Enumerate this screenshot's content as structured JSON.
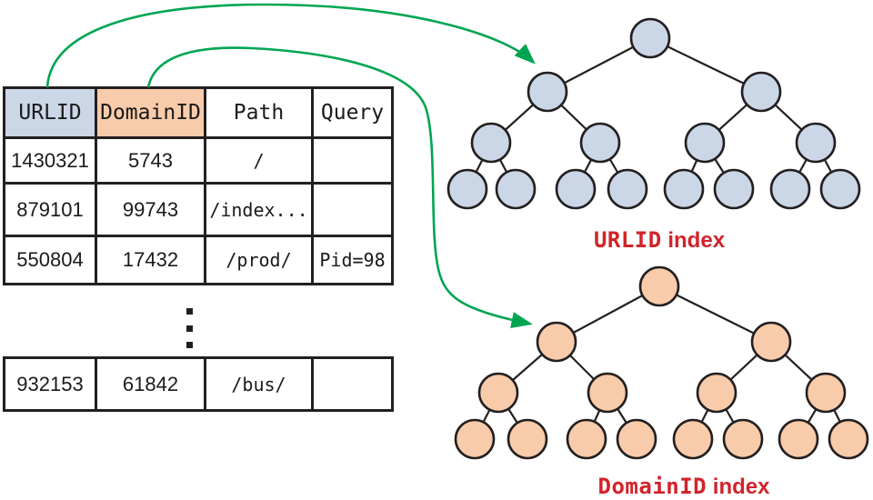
{
  "table": {
    "headers": [
      {
        "label": "URLID",
        "fill": "#cbd6e7"
      },
      {
        "label": "DomainID",
        "fill": "#f8cbaa"
      },
      {
        "label": "Path",
        "fill": "#ffffff"
      },
      {
        "label": "Query",
        "fill": "#ffffff"
      }
    ],
    "rows": [
      [
        "1430321",
        "5743",
        "/",
        ""
      ],
      [
        "879101",
        "99743",
        "/index...",
        ""
      ],
      [
        "550804",
        "17432",
        "/prod/",
        "Pid=98"
      ]
    ],
    "ellipsis": "⋮",
    "detached_row": [
      "932153",
      "61842",
      "/bus/",
      ""
    ]
  },
  "trees": [
    {
      "id": "urlid-index",
      "label_mono": "URLID",
      "label_rest": " index",
      "node_fill": "#cbd6e7",
      "levels": [
        1,
        2,
        4,
        8
      ]
    },
    {
      "id": "domainid-index",
      "label_mono": "DomainID",
      "label_rest": " index",
      "node_fill": "#f8cbaa",
      "levels": [
        1,
        2,
        4,
        8
      ]
    }
  ],
  "arrows": [
    {
      "from": "URLID column header",
      "to": "URLID index tree"
    },
    {
      "from": "DomainID column header",
      "to": "DomainID index tree"
    }
  ],
  "colors": {
    "arrow_green": "#00a551",
    "label_red": "#d2232a",
    "line_black": "#231f20"
  }
}
